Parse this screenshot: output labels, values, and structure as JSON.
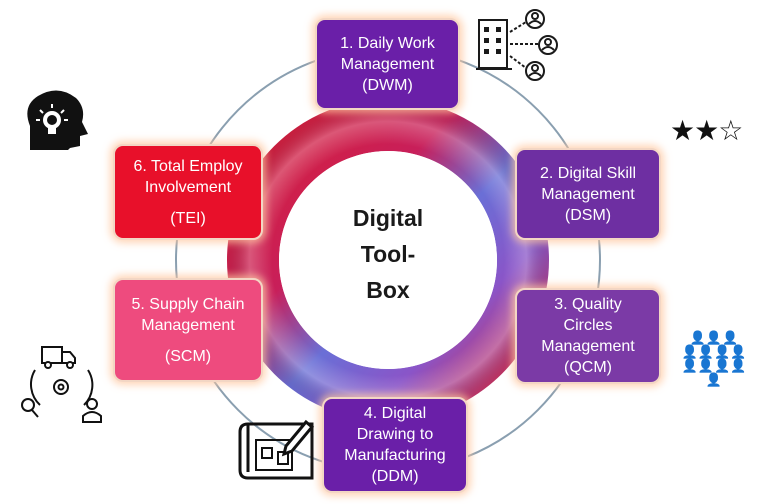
{
  "center": {
    "line1": "Digital",
    "line2": "Tool-",
    "line3": "Box"
  },
  "boxes": [
    {
      "id": "dwm",
      "line1": "1. Daily Work",
      "line2": "Management",
      "line3": "(DWM)"
    },
    {
      "id": "dsm",
      "line1": "2. Digital Skill",
      "line2": "Management",
      "line3": "(DSM)"
    },
    {
      "id": "qcm",
      "line1": "3. Quality",
      "line2": "Circles",
      "line3": "Management",
      "line4": "(QCM)"
    },
    {
      "id": "ddm",
      "line1": "4. Digital",
      "line2": "Drawing to",
      "line3": "Manufacturing",
      "line4": "(DDM)"
    },
    {
      "id": "scm",
      "line1": "5. Supply Chain",
      "line2": "Management",
      "line3": "(SCM)"
    },
    {
      "id": "tei",
      "line1": "6. Total Employ",
      "line2": "Involvement",
      "line3": "(TEI)"
    }
  ],
  "stars": "★★☆",
  "icons": [
    "building-people-icon",
    "stars-rating-icon",
    "team-pyramid-icon",
    "blueprint-pencil-icon",
    "supply-chain-icon",
    "head-lightbulb-icon"
  ],
  "colors": {
    "purple": "#6a1fa8",
    "red": "#e8102a",
    "pink": "#ee4b7e",
    "ring_red": "#d8202f",
    "ring_blue": "#5a6fd0"
  }
}
